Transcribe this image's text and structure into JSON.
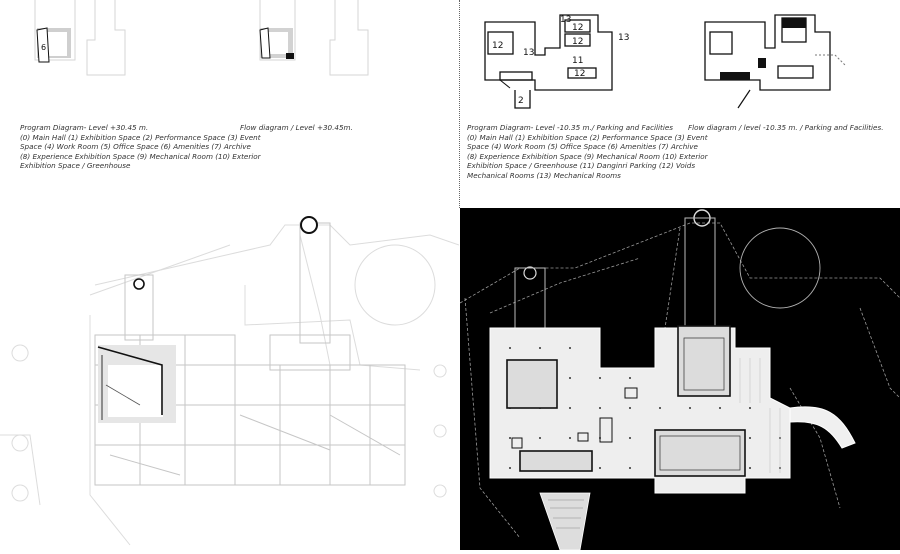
{
  "captions": {
    "program_upper_title": "Program Diagram- Level +30.45 m.",
    "program_upper_lines": [
      "(0) Main Hall (1) Exhibition Space (2) Performance Space (3) Event",
      "Space (4) Work Room (5) Office Space (6) Amenities (7) Archive",
      "(8) Experience Exhibition Space (9) Mechanical Room (10) Exterior",
      "Exhibition Space / Greenhouse"
    ],
    "flow_upper": "Flow diagram / Level +30.45m.",
    "program_lower_title": "Program Diagram- Level -10.35 m./ Parking and Facilities",
    "program_lower_lines": [
      "(0) Main Hall (1) Exhibition Space (2) Performance Space (3) Event",
      "Space (4) Work Room (5) Office Space (6) Amenities (7) Archive",
      "(8) Experience Exhibition Space (9) Mechanical Room (10) Exterior",
      "Exhibition Space / Greenhouse (11) Danginri Parking (12) Voids",
      "Mechanical Rooms (13) Mechanical Rooms"
    ],
    "flow_lower": "Flow diagram / level -10.35 m. / Parking and Facilities."
  },
  "diagram_labels": {
    "upper_program_amenity": "6",
    "lower_void_a": "12",
    "lower_void_b": "12",
    "lower_void_c": "12",
    "lower_void_d": "12",
    "lower_mech_a": "13",
    "lower_mech_b": "13",
    "lower_mech_c": "13",
    "lower_parking": "11",
    "lower_performance": "2"
  },
  "colors": {
    "page_background": "#ffffff",
    "night_plan_background": "#000000",
    "line_light": "#d0d0d0",
    "line_dark": "#111111",
    "highlight_grey": "#c8c8c8"
  }
}
